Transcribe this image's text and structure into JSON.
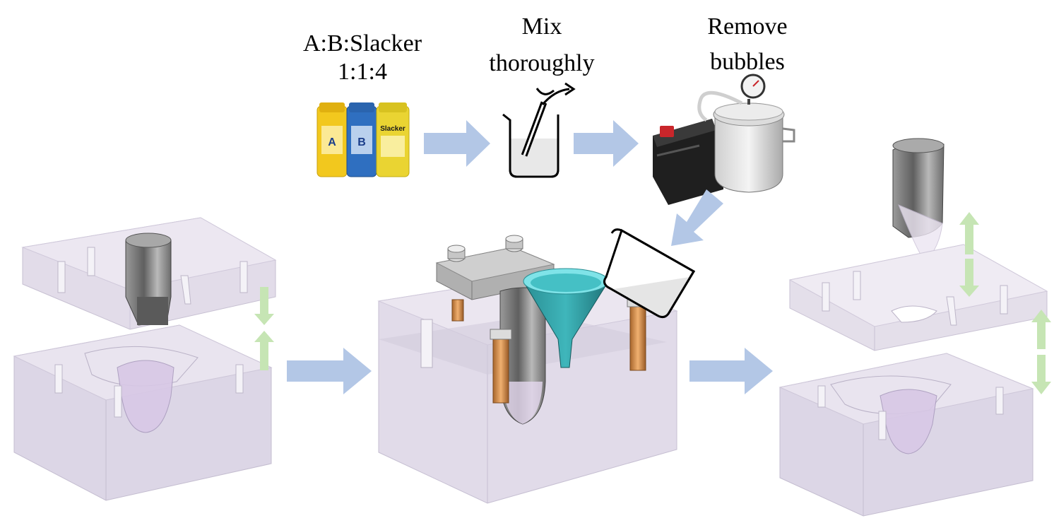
{
  "labels": {
    "ratio_line1": "A:B:Slacker",
    "ratio_line2": "1:1:4",
    "mix_line1": "Mix",
    "mix_line2": "thoroughly",
    "remove_line1": "Remove",
    "remove_line2": "bubbles"
  },
  "bottles": [
    {
      "id": "A",
      "letter": "A",
      "cap_color": "#f0c419",
      "body_color": "#f2c81e"
    },
    {
      "id": "B",
      "letter": "B",
      "cap_color": "#2d6fc2",
      "body_color": "#2f6fc0"
    },
    {
      "id": "Slacker",
      "letter": "Slacker",
      "cap_color": "#e8d132",
      "body_color": "#ead432"
    }
  ],
  "colors": {
    "flow_arrow": "#b3c7e6",
    "motion_arrow": "#c6e5b4",
    "funnel": "#2f9ea3",
    "funnel_rim": "#7fe3e8",
    "bolt_copper": "#c8874a",
    "mold_block": "#dcd6e6",
    "core_metal": "#7d7d7d"
  }
}
